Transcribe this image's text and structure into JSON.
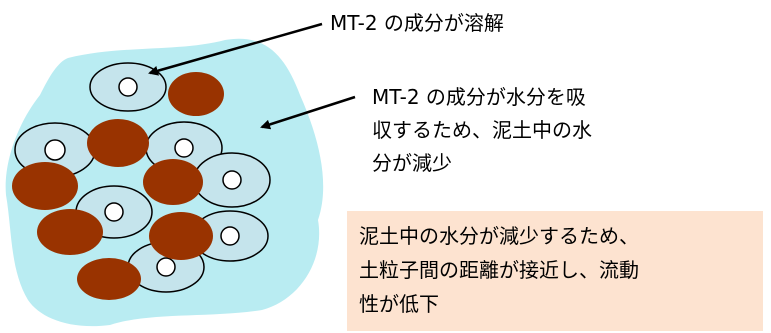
{
  "labels": {
    "dissolve": "MT-2 の成分が溶解",
    "absorb_lines": [
      "MT-2 の成分が水分を吸",
      "収するため、泥土中の水",
      "分が減少"
    ]
  },
  "conclusion_lines": [
    "泥土中の水分が減少するため、",
    "土粒子間の距離が接近し、流動",
    "性が低下"
  ],
  "colors": {
    "water_fill": "#b9ecf2",
    "particle_fill": "#c5e4ec",
    "particle_stroke": "#000000",
    "core_fill": "#ffffff",
    "soil_fill": "#993300",
    "box_fill": "#fde3d0"
  }
}
